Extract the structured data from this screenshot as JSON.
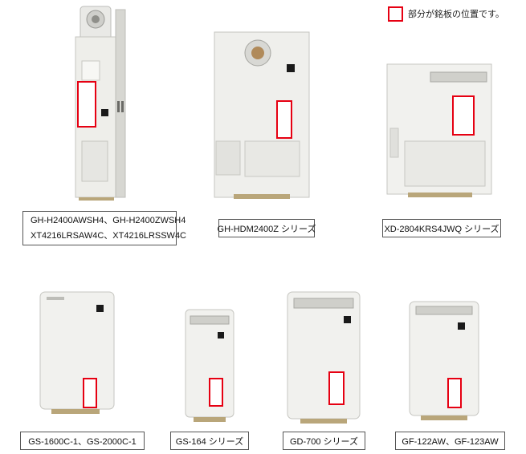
{
  "legend": {
    "text": "部分が銘板の位置です。",
    "color": "#e60012"
  },
  "products": [
    {
      "id": "gh-h2400awsh4",
      "lines": [
        "GH-H2400AWSH4、GH-H2400ZWSH4",
        "XT4216LRSAW4C、XT4216LRSSW4C"
      ]
    },
    {
      "id": "gh-hdm2400z",
      "lines": [
        "GH-HDM2400Z シリーズ"
      ]
    },
    {
      "id": "xd-2804krs4jwq",
      "lines": [
        "XD-2804KRS4JWQ シリーズ"
      ]
    },
    {
      "id": "gs-1600c-1",
      "lines": [
        "GS-1600C-1、GS-2000C-1"
      ]
    },
    {
      "id": "gs-164",
      "lines": [
        "GS-164 シリーズ"
      ]
    },
    {
      "id": "gd-700",
      "lines": [
        "GD-700 シリーズ"
      ]
    },
    {
      "id": "gf-122aw",
      "lines": [
        "GF-122AW、GF-123AW"
      ]
    }
  ]
}
